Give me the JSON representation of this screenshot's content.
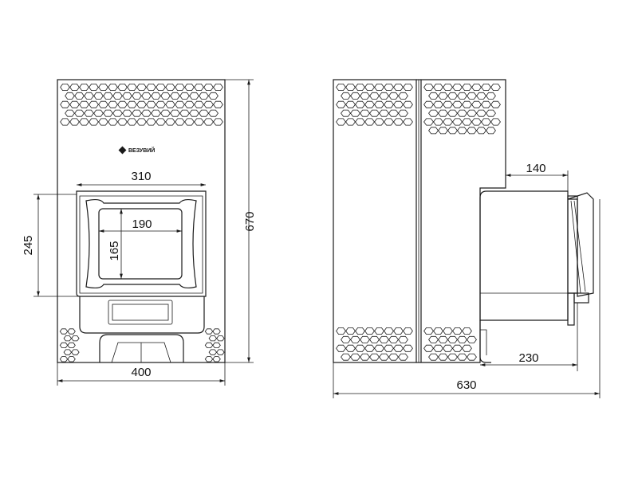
{
  "front_view": {
    "brand_label": "ВЕЗУВИЙ",
    "dim_width": "400",
    "dim_height": "670",
    "dim_door_width": "310",
    "dim_door_height": "245",
    "dim_glass_width": "190",
    "dim_glass_height": "165"
  },
  "side_view": {
    "dim_depth": "630",
    "dim_tunnel_top": "140",
    "dim_tunnel_bottom": "230"
  },
  "colors": {
    "line": "#1a1a1a",
    "background": "#ffffff"
  }
}
